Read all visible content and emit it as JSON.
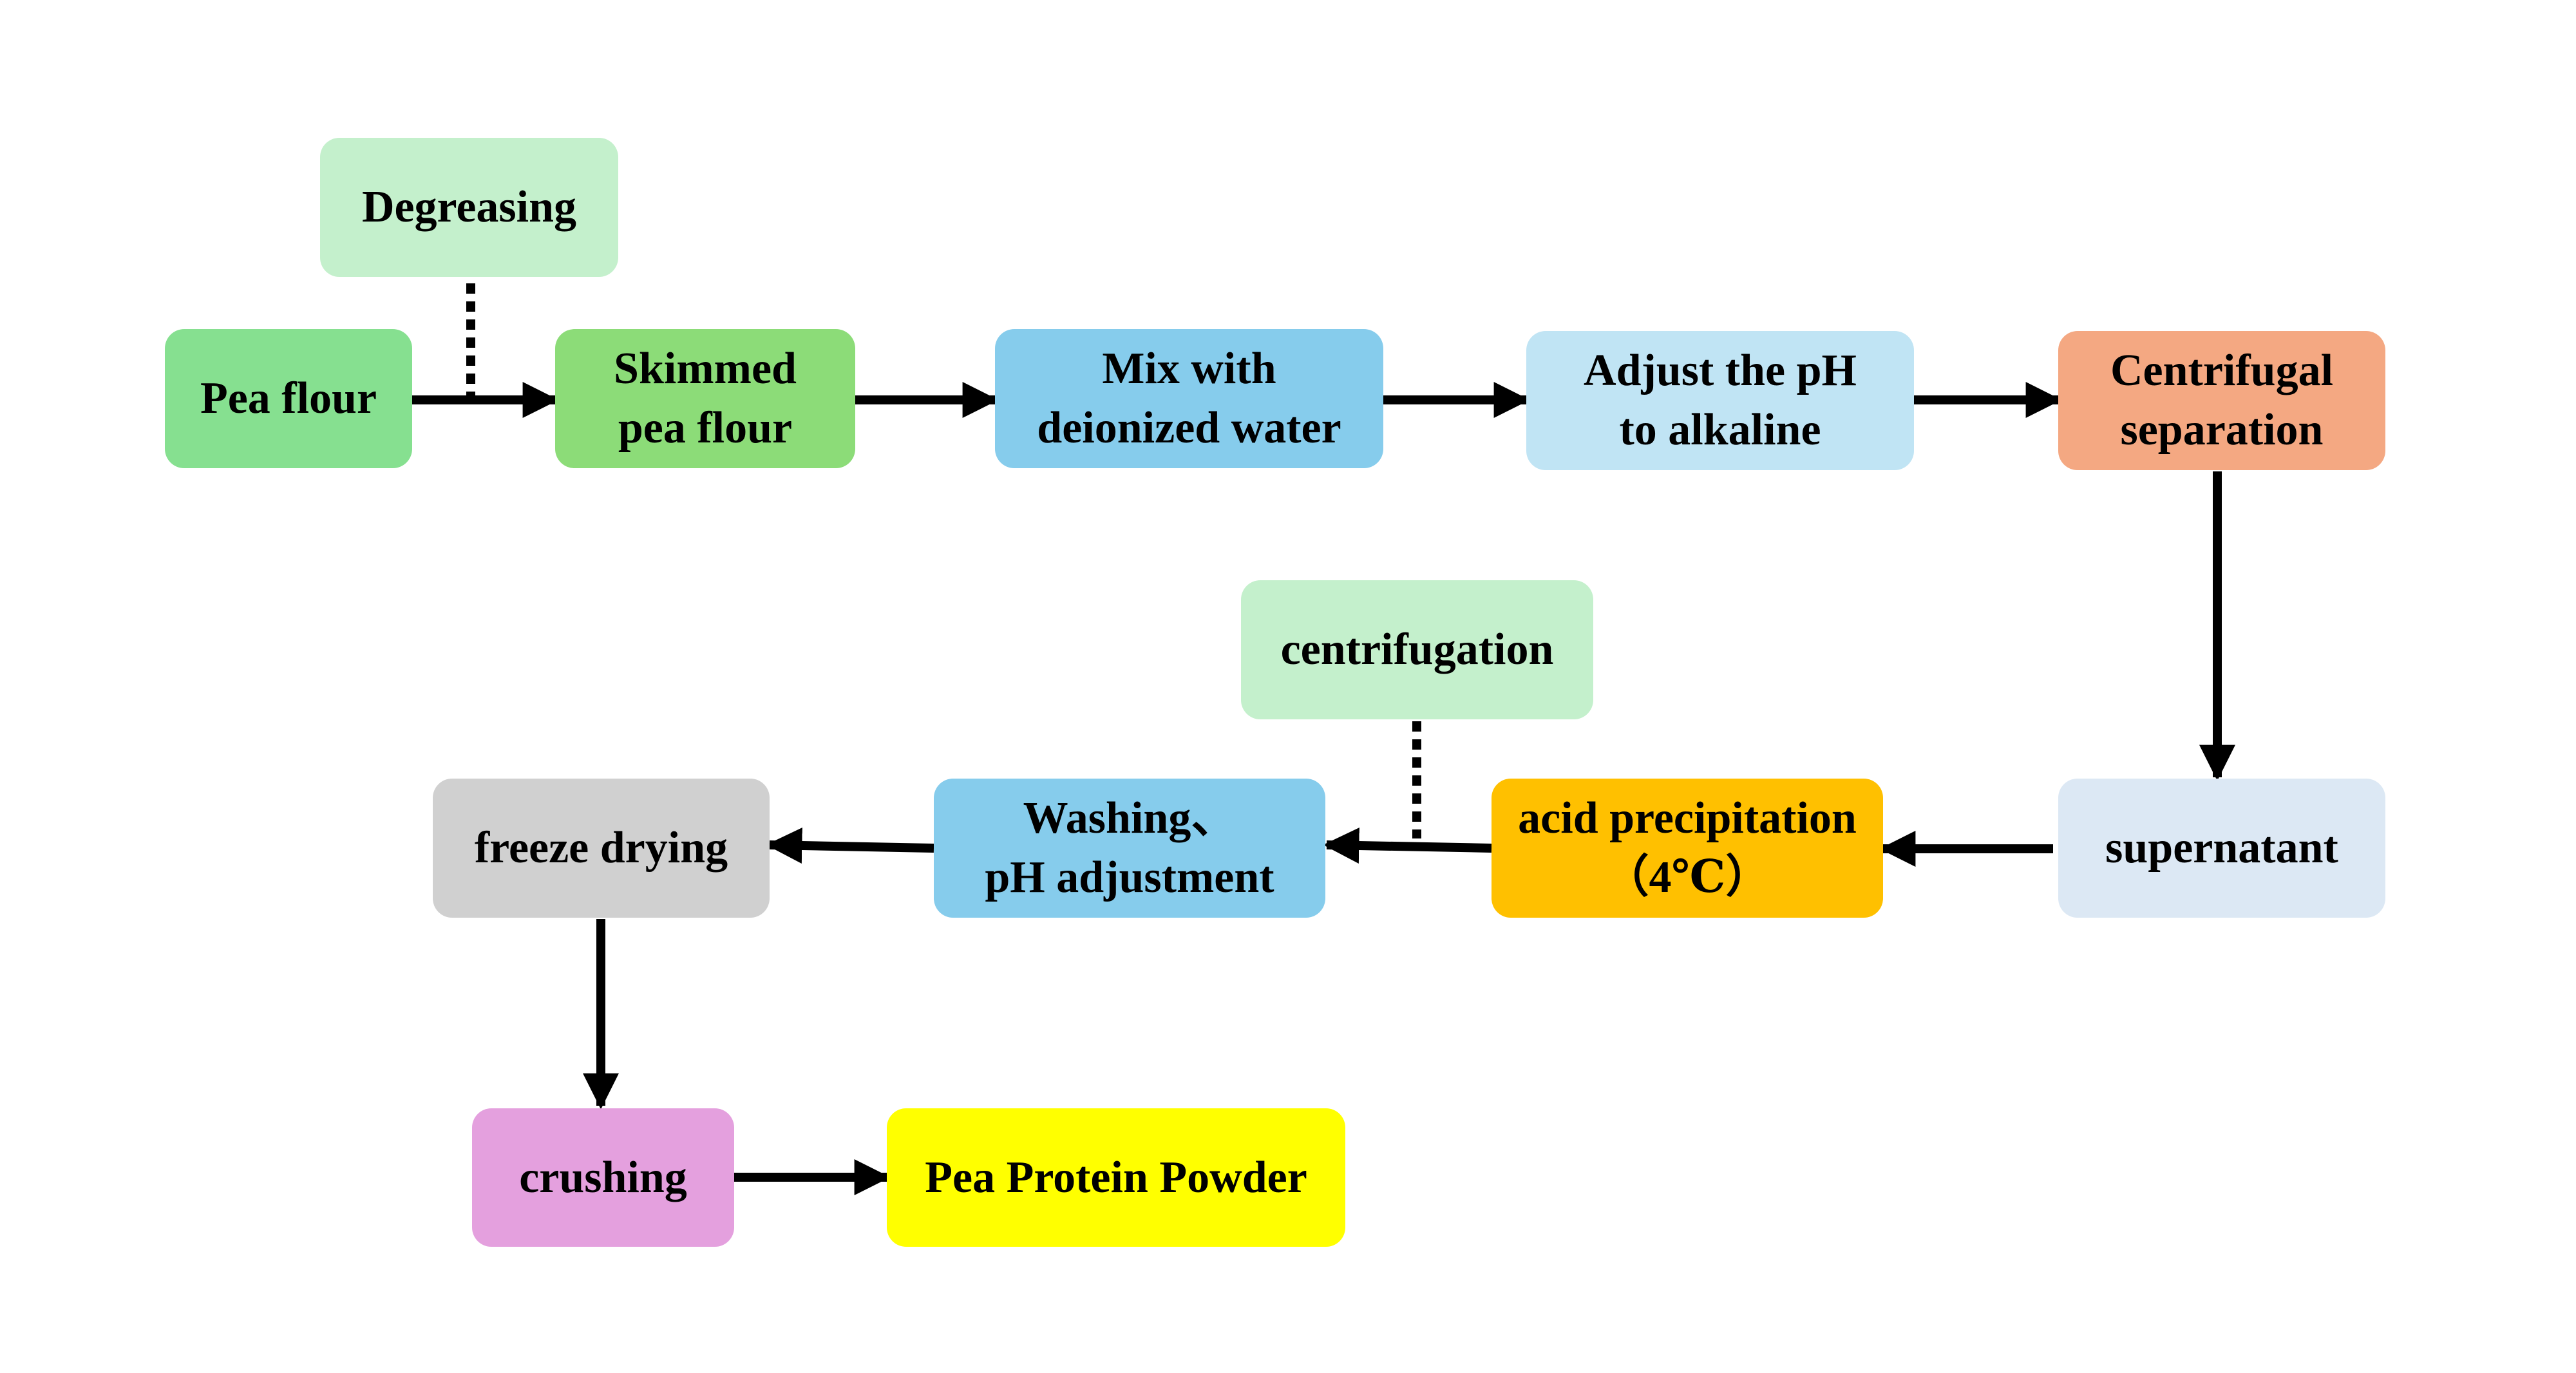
{
  "diagram": {
    "nodes": [
      {
        "id": "pea-flour",
        "label": "Pea flour",
        "color": "#86e090"
      },
      {
        "id": "skimmed-pea-flour",
        "label": "Skimmed\npea flour",
        "color": "#8cdc78"
      },
      {
        "id": "mix-water",
        "label": "Mix with\ndeionized water",
        "color": "#86ccec"
      },
      {
        "id": "adjust-ph",
        "label": "Adjust the pH\nto alkaline",
        "color": "#c0e4f4"
      },
      {
        "id": "centrifugal-separation",
        "label": "Centrifugal\nseparation",
        "color": "#f4a882"
      },
      {
        "id": "degreasing",
        "label": "Degreasing",
        "color": "#c4f0cc"
      },
      {
        "id": "supernatant",
        "label": "supernatant",
        "color": "#dce8f4"
      },
      {
        "id": "acid-precipitation",
        "label": "acid precipitation\n（4℃）",
        "color": "#ffc000"
      },
      {
        "id": "washing",
        "label": "Washing、\npH adjustment",
        "color": "#86ccec"
      },
      {
        "id": "freeze-drying",
        "label": "freeze drying",
        "color": "#d0d0d0"
      },
      {
        "id": "centrifugation",
        "label": "centrifugation",
        "color": "#c4f0cc"
      },
      {
        "id": "crushing",
        "label": "crushing",
        "color": "#e4a0de"
      },
      {
        "id": "pea-protein-powder",
        "label": "Pea Protein Powder",
        "color": "#ffff00"
      }
    ],
    "edges": [
      {
        "from": "pea-flour",
        "to": "skimmed-pea-flour",
        "style": "solid"
      },
      {
        "from": "skimmed-pea-flour",
        "to": "mix-water",
        "style": "solid"
      },
      {
        "from": "mix-water",
        "to": "adjust-ph",
        "style": "solid"
      },
      {
        "from": "adjust-ph",
        "to": "centrifugal-separation",
        "style": "solid"
      },
      {
        "from": "centrifugal-separation",
        "to": "supernatant",
        "style": "solid"
      },
      {
        "from": "supernatant",
        "to": "acid-precipitation",
        "style": "solid"
      },
      {
        "from": "acid-precipitation",
        "to": "washing",
        "style": "solid"
      },
      {
        "from": "washing",
        "to": "freeze-drying",
        "style": "solid"
      },
      {
        "from": "freeze-drying",
        "to": "crushing",
        "style": "solid"
      },
      {
        "from": "crushing",
        "to": "pea-protein-powder",
        "style": "solid"
      },
      {
        "from": "degreasing",
        "to": "pea-flour-to-skimmed-edge",
        "style": "dotted"
      },
      {
        "from": "centrifugation",
        "to": "acid-to-washing-edge",
        "style": "dotted"
      }
    ]
  }
}
